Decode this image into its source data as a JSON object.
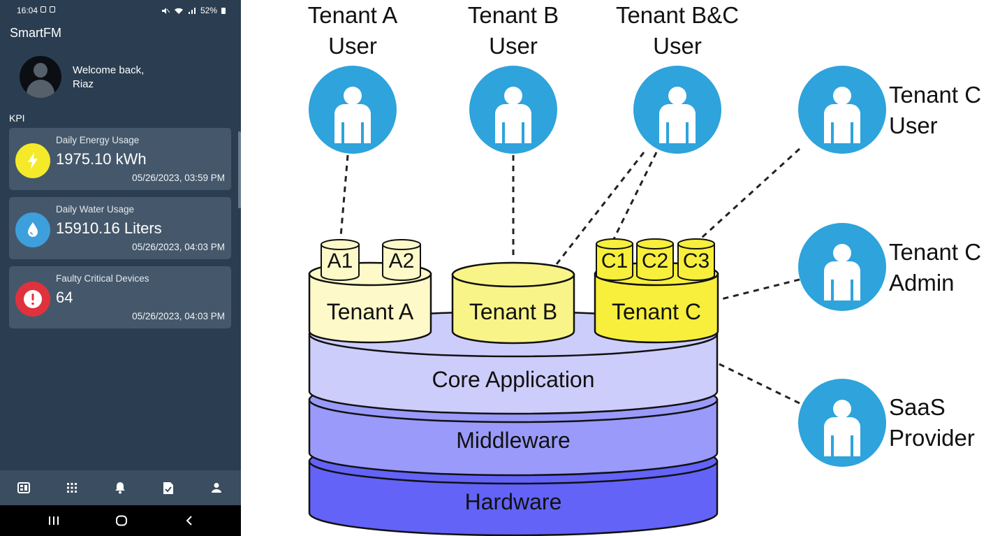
{
  "status_bar": {
    "time": "16:04",
    "battery": "52%",
    "icons": [
      "mute-icon",
      "wifi-icon",
      "signal-icon",
      "battery-icon"
    ]
  },
  "app": {
    "title": "SmartFM",
    "welcome_line1": "Welcome back,",
    "welcome_line2": "Riaz",
    "kpi_header": "KPI"
  },
  "kpis": [
    {
      "title": "Daily Energy Usage",
      "value": "1975.10 kWh",
      "date": "05/26/2023, 03:59 PM",
      "icon": "lightning-icon",
      "color": "#f4ea2a"
    },
    {
      "title": "Daily Water Usage",
      "value": "15910.16 Liters",
      "date": "05/26/2023, 04:03 PM",
      "icon": "water-drop-icon",
      "color": "#3d9fdc"
    },
    {
      "title": "Faulty Critical Devices",
      "value": "64",
      "date": "05/26/2023, 04:03 PM",
      "icon": "alert-icon",
      "color": "#e0323c"
    }
  ],
  "bottom_nav": [
    "dashboard-icon",
    "apps-grid-icon",
    "bell-icon",
    "document-check-icon",
    "profile-icon"
  ],
  "system_nav": [
    "recents-icon",
    "home-icon",
    "back-icon"
  ],
  "diagram": {
    "users": [
      {
        "name": "tenant-a-user",
        "label": "Tenant A\nUser"
      },
      {
        "name": "tenant-b-user",
        "label": "Tenant B\nUser"
      },
      {
        "name": "tenant-bc-user",
        "label": "Tenant B&C\nUser"
      },
      {
        "name": "tenant-c-user",
        "label": "Tenant C\nUser"
      },
      {
        "name": "tenant-c-admin",
        "label": "Tenant C\nAdmin"
      },
      {
        "name": "saas-provider",
        "label": "SaaS\nProvider"
      }
    ],
    "tenants": {
      "a": "Tenant A",
      "b": "Tenant B",
      "c": "Tenant C",
      "a_dbs": [
        "A1",
        "A2"
      ],
      "c_dbs": [
        "C1",
        "C2",
        "C3"
      ]
    },
    "layers": {
      "core": "Core Application",
      "middleware": "Middleware",
      "hardware": "Hardware"
    },
    "colors": {
      "user_circle": "#2ea3dc",
      "tenant_a": "#fdf9c8",
      "tenant_b": "#f9f487",
      "tenant_c": "#f7ef3c",
      "core": "#cdcdfc",
      "middleware": "#9a9afa",
      "hardware": "#6363f7"
    }
  }
}
